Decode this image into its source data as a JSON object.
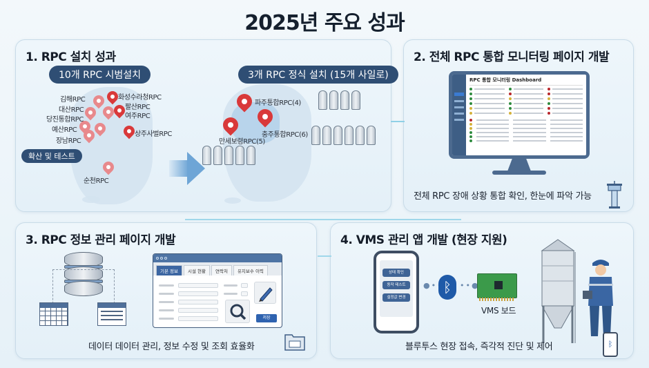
{
  "title": "2025년 주요 성과",
  "panel1": {
    "title": "1. RPC 설치 성과",
    "pilot_badge": "10개 RPC 시범설치",
    "expansion_badge": "확산 및 테스트",
    "pilot_sites": [
      "김해RPC",
      "대산RPC",
      "당진통합RPC",
      "예산RPC",
      "장남RPC",
      "화성수라청RPC",
      "팔산RPC",
      "여주RPC",
      "상주사벌RPC",
      "순천RPC"
    ],
    "official_badge": "3개 RPC 정식 설치 (15개 사일로)",
    "official_sites": [
      {
        "name": "파주통합RPC(4)",
        "silos": 4
      },
      {
        "name": "만세보령RPC(5)",
        "silos": 5
      },
      {
        "name": "충주통합RPC(6)",
        "silos": 6
      }
    ]
  },
  "panel2": {
    "title": "2. 전체 RPC 통합 모니터링 페이지 개발",
    "dashboard_title": "RPC 통합 모니터링 Dashboard",
    "caption": "전체 RPC 장애 상황 통합 확인, 한눈에 파악 가능"
  },
  "panel3": {
    "title": "3. RPC 정보 관리 페이지 개발",
    "tabs": [
      "기본 정보",
      "시설 현황",
      "연락처",
      "유지보수 이력"
    ],
    "save_label": "저장",
    "caption": "데이터 데이터 관리, 정보 수정 및 조회 효율화"
  },
  "panel4": {
    "title": "4. VMS 관리 앱 개발 (현장 지원)",
    "phone_buttons": [
      "상태 확인",
      "동작 테스트",
      "설정값 변경"
    ],
    "board_label": "VMS 보드",
    "caption": "블루투스 현장 접속, 즉각적 진단 및 제어"
  },
  "colors": {
    "badge": "#2f4e74",
    "pin": "#d9393a",
    "accent": "#3c66a2",
    "status_green": "#2e8b3e",
    "status_yellow": "#d4b23a",
    "status_red": "#b8262b"
  }
}
